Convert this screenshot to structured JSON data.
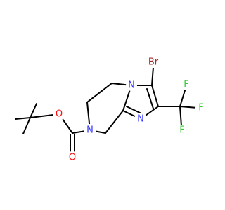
{
  "colors": {
    "bond": "#000000",
    "nitrogen": "#3333ff",
    "oxygen": "#ff0d0d",
    "fluorine": "#33cc33",
    "bromine": "#a62929",
    "background": "#ffffff"
  },
  "atoms": [
    {
      "id": "o_carbonyl",
      "label": "O",
      "element": "oxygen"
    },
    {
      "id": "o_ester",
      "label": "O",
      "element": "oxygen"
    },
    {
      "id": "n_ring7",
      "label": "N",
      "element": "nitrogen"
    },
    {
      "id": "n_bridge",
      "label": "N",
      "element": "nitrogen"
    },
    {
      "id": "n_imidazole",
      "label": "N",
      "element": "nitrogen"
    },
    {
      "id": "br",
      "label": "Br",
      "element": "bromine"
    },
    {
      "id": "f_top",
      "label": "F",
      "element": "fluorine"
    },
    {
      "id": "f_right",
      "label": "F",
      "element": "fluorine"
    },
    {
      "id": "f_bottom",
      "label": "F",
      "element": "fluorine"
    }
  ]
}
